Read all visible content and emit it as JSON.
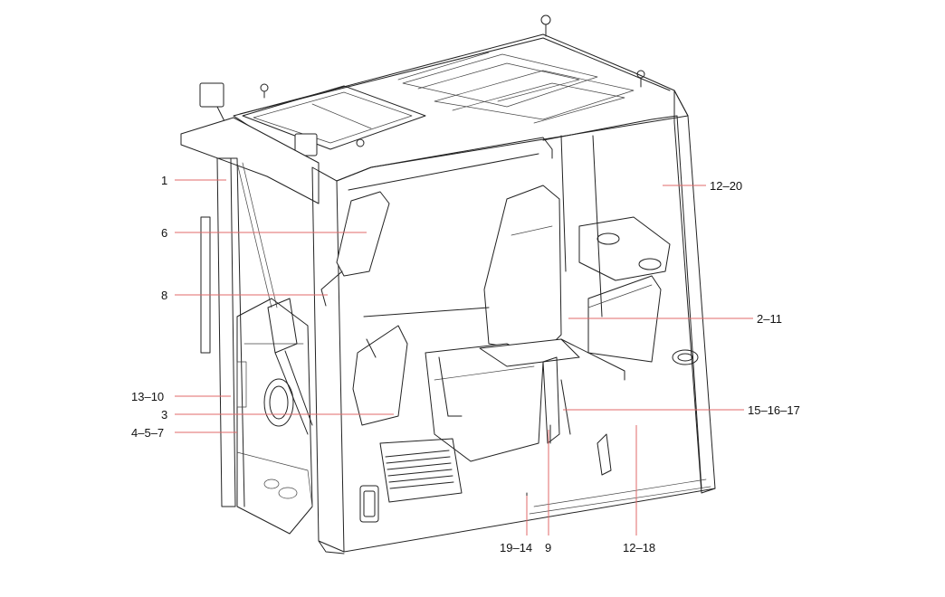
{
  "diagram": {
    "callouts": [
      {
        "id": "c1",
        "label": "1"
      },
      {
        "id": "c6",
        "label": "6"
      },
      {
        "id": "c8",
        "label": "8"
      },
      {
        "id": "c13",
        "label": "13–10"
      },
      {
        "id": "c3",
        "label": "3"
      },
      {
        "id": "c4",
        "label": "4–5–7"
      },
      {
        "id": "c12a",
        "label": "12–20"
      },
      {
        "id": "c2",
        "label": "2–11"
      },
      {
        "id": "c15",
        "label": "15–16–17"
      },
      {
        "id": "c19",
        "label": "19–14"
      },
      {
        "id": "c9",
        "label": "9"
      },
      {
        "id": "c12b",
        "label": "12–18"
      }
    ],
    "colors": {
      "line": "#222222",
      "leader": "#e06a6a",
      "text": "#111111"
    }
  }
}
